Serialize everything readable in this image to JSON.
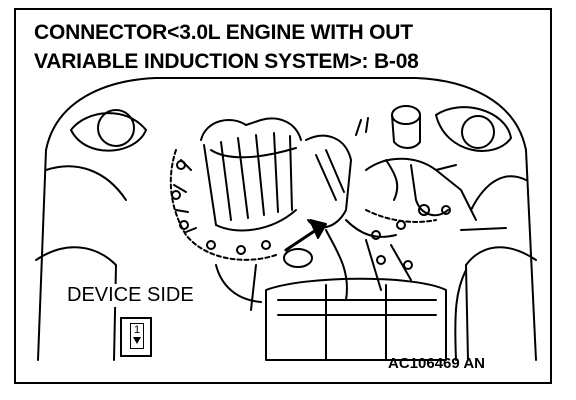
{
  "diagram": {
    "title_line1": "CONNECTOR<3.0L ENGINE WITH OUT",
    "title_line2": "VARIABLE INDUCTION SYSTEM>: B-08",
    "device_side_label": "DEVICE SIDE",
    "connector_pin": "1",
    "reference_code": "AC106469 AN"
  },
  "icons": {
    "engine": "engine-bay-illustration-icon",
    "arrow": "pointer-arrow-icon",
    "connector": "connector-icon"
  },
  "colors": {
    "ink": "#000000",
    "paper": "#ffffff"
  }
}
